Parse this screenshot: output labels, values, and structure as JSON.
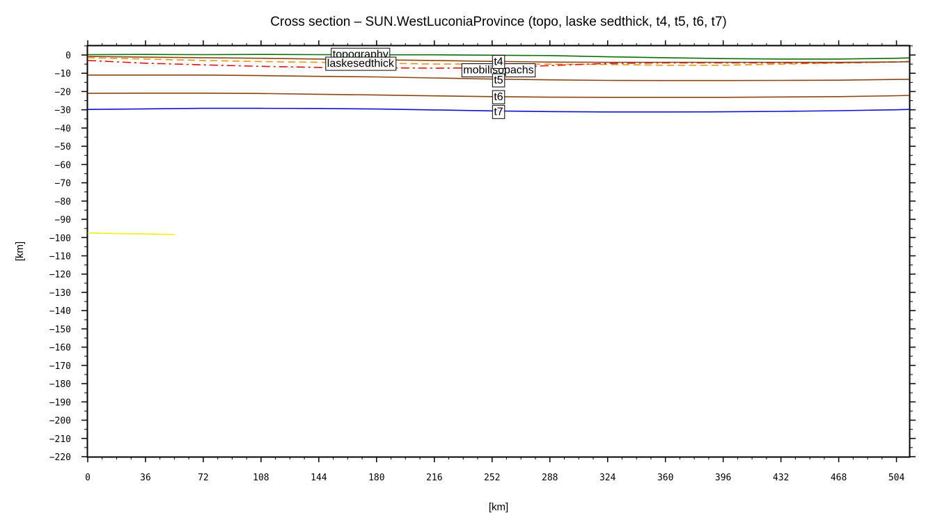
{
  "chart_data": {
    "type": "line",
    "title": "Cross section – SUN.WestLuconiaProvince (topo, laske sedthick, t4, t5, t6, t7)",
    "xlabel": "[km]",
    "ylabel": "[km]",
    "xlim": [
      0,
      512
    ],
    "ylim": [
      -220,
      5
    ],
    "x_ticks": [
      "0",
      "36",
      "72",
      "108",
      "144",
      "180",
      "216",
      "252",
      "288",
      "324",
      "360",
      "396",
      "432",
      "468",
      "504"
    ],
    "y_ticks": [
      "0",
      "−10",
      "−20",
      "−30",
      "−40",
      "−50",
      "−60",
      "−70",
      "−80",
      "−90",
      "−100",
      "−110",
      "−120",
      "−130",
      "−140",
      "−150",
      "−160",
      "−170",
      "−180",
      "−190",
      "−200",
      "−210",
      "−220"
    ],
    "grid": false,
    "series": [
      {
        "name": "topography",
        "color": "#0a6e0a",
        "dash": "solid",
        "label_at": [
          170,
          0.3
        ],
        "points": [
          [
            0,
            0.2
          ],
          [
            36,
            0.3
          ],
          [
            72,
            0.2
          ],
          [
            108,
            0.3
          ],
          [
            144,
            0.2
          ],
          [
            180,
            0.1
          ],
          [
            216,
            0.1
          ],
          [
            252,
            -0.1
          ],
          [
            288,
            -0.3
          ],
          [
            324,
            -1.0
          ],
          [
            360,
            -1.5
          ],
          [
            396,
            -2.0
          ],
          [
            432,
            -2.2
          ],
          [
            468,
            -2.2
          ],
          [
            504,
            -1.8
          ],
          [
            512,
            -1.6
          ]
        ]
      },
      {
        "name": "laskesedthick",
        "color": "#e8920a",
        "dash": "dashed",
        "label_at": [
          170,
          -4.6
        ],
        "points": [
          [
            0,
            -1.5
          ],
          [
            36,
            -2.2
          ],
          [
            72,
            -3.0
          ],
          [
            108,
            -3.6
          ],
          [
            144,
            -4.0
          ],
          [
            180,
            -4.5
          ],
          [
            216,
            -4.9
          ],
          [
            252,
            -5.0
          ],
          [
            288,
            -5.0
          ],
          [
            324,
            -5.2
          ],
          [
            360,
            -5.6
          ],
          [
            396,
            -5.6
          ],
          [
            432,
            -5.0
          ],
          [
            468,
            -4.4
          ],
          [
            504,
            -3.8
          ],
          [
            512,
            -3.6
          ]
        ]
      },
      {
        "name": "mobilisopachs",
        "color": "#e01010",
        "dash": "dashdot",
        "label_at": [
          256,
          -8.2
        ],
        "points": [
          [
            0,
            -3.0
          ],
          [
            36,
            -4.5
          ],
          [
            72,
            -5.4
          ],
          [
            108,
            -6.2
          ],
          [
            144,
            -6.8
          ],
          [
            180,
            -7.0
          ],
          [
            216,
            -7.2
          ],
          [
            252,
            -7.0
          ],
          [
            288,
            -5.8
          ],
          [
            324,
            -4.6
          ],
          [
            360,
            -4.3
          ],
          [
            396,
            -4.3
          ],
          [
            432,
            -4.3
          ],
          [
            468,
            -4.3
          ],
          [
            504,
            -3.8
          ],
          [
            512,
            -3.6
          ]
        ]
      },
      {
        "name": "t4",
        "color": "#8b4513",
        "dash": "solid",
        "label_at": [
          256,
          -3.6
        ],
        "points": [
          [
            0,
            -0.8
          ],
          [
            36,
            -1.2
          ],
          [
            72,
            -1.5
          ],
          [
            108,
            -1.8
          ],
          [
            144,
            -2.2
          ],
          [
            180,
            -2.6
          ],
          [
            216,
            -3.0
          ],
          [
            252,
            -3.5
          ],
          [
            288,
            -3.9
          ],
          [
            324,
            -4.0
          ],
          [
            360,
            -4.0
          ],
          [
            396,
            -4.0
          ],
          [
            432,
            -4.0
          ],
          [
            468,
            -4.0
          ],
          [
            504,
            -3.8
          ],
          [
            512,
            -3.7
          ]
        ]
      },
      {
        "name": "t5",
        "color": "#8b4513",
        "dash": "solid",
        "label_at": [
          256,
          -13.7
        ],
        "points": [
          [
            0,
            -11.0
          ],
          [
            36,
            -11.0
          ],
          [
            72,
            -11.0
          ],
          [
            108,
            -11.3
          ],
          [
            144,
            -11.7
          ],
          [
            180,
            -12.0
          ],
          [
            216,
            -12.6
          ],
          [
            252,
            -13.2
          ],
          [
            288,
            -13.6
          ],
          [
            324,
            -13.9
          ],
          [
            360,
            -14.0
          ],
          [
            396,
            -14.0
          ],
          [
            432,
            -13.9
          ],
          [
            468,
            -13.8
          ],
          [
            504,
            -13.4
          ],
          [
            512,
            -13.3
          ]
        ]
      },
      {
        "name": "t6",
        "color": "#8b4513",
        "dash": "solid",
        "label_at": [
          256,
          -22.9
        ],
        "points": [
          [
            0,
            -21.0
          ],
          [
            36,
            -20.9
          ],
          [
            72,
            -20.9
          ],
          [
            108,
            -21.1
          ],
          [
            144,
            -21.5
          ],
          [
            180,
            -21.9
          ],
          [
            216,
            -22.4
          ],
          [
            252,
            -22.8
          ],
          [
            288,
            -23.1
          ],
          [
            324,
            -23.2
          ],
          [
            360,
            -23.2
          ],
          [
            396,
            -23.2
          ],
          [
            432,
            -23.0
          ],
          [
            468,
            -22.8
          ],
          [
            504,
            -22.3
          ],
          [
            512,
            -22.1
          ]
        ]
      },
      {
        "name": "t7",
        "color": "#1010d0",
        "dash": "solid",
        "label_at": [
          256,
          -31.0
        ],
        "points": [
          [
            0,
            -29.8
          ],
          [
            36,
            -29.5
          ],
          [
            72,
            -29.2
          ],
          [
            108,
            -29.2
          ],
          [
            144,
            -29.3
          ],
          [
            180,
            -29.6
          ],
          [
            216,
            -30.1
          ],
          [
            252,
            -30.6
          ],
          [
            288,
            -31.0
          ],
          [
            324,
            -31.2
          ],
          [
            360,
            -31.2
          ],
          [
            396,
            -31.1
          ],
          [
            432,
            -30.9
          ],
          [
            468,
            -30.5
          ],
          [
            504,
            -30.0
          ],
          [
            512,
            -29.8
          ]
        ]
      },
      {
        "name": "",
        "color": "#f0f000",
        "dash": "solid",
        "points": [
          [
            0,
            -97.5
          ],
          [
            18,
            -97.8
          ],
          [
            36,
            -98.0
          ],
          [
            54,
            -98.3
          ]
        ]
      }
    ]
  }
}
